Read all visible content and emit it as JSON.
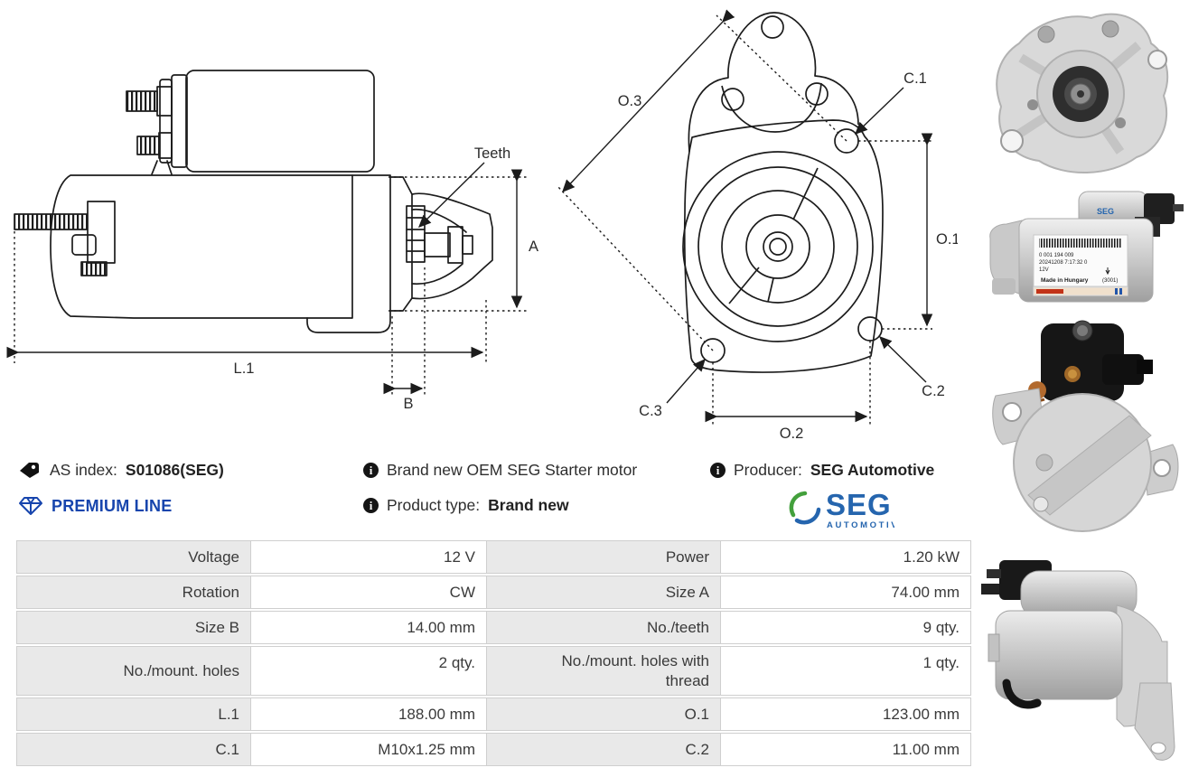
{
  "colors": {
    "premium_blue": "#1745ad",
    "seg_blue": "#2565ae",
    "seg_green": "#43a03c",
    "table_label_bg": "#e9e9e9",
    "table_border": "#cfcfcf",
    "line_art": "#1c1c1c"
  },
  "info": {
    "as_index": {
      "label": "AS index:",
      "value": "S01086(SEG)"
    },
    "premium_line": "PREMIUM LINE",
    "description": "Brand new OEM SEG Starter motor",
    "product_type": {
      "label": "Product type:",
      "value": "Brand new"
    },
    "producer": {
      "label": "Producer:",
      "value": "SEG Automotive"
    },
    "seg_logo": {
      "name": "SEG",
      "sub": "AUTOMOTIVE"
    }
  },
  "diagram_side": {
    "labels": {
      "teeth": "Teeth",
      "a": "A",
      "l1": "L.1",
      "b": "B"
    }
  },
  "diagram_front": {
    "labels": {
      "o3": "O.3",
      "o1": "O.1",
      "o2": "O.2",
      "c1": "C.1",
      "c2": "C.2",
      "c3": "C.3"
    }
  },
  "photos": {
    "plate": {
      "line1": "0 001 194 009",
      "line2": "20241208 7:17:32 0",
      "line3": "12V",
      "line4": "Made in Hungary",
      "line5": "(3001)",
      "brand": "SEG"
    }
  },
  "spec_table": {
    "rows": [
      {
        "l1": "Voltage",
        "v1": "12 V",
        "l2": "Power",
        "v2": "1.20 kW"
      },
      {
        "l1": "Rotation",
        "v1": "CW",
        "l2": "Size A",
        "v2": "74.00 mm"
      },
      {
        "l1": "Size B",
        "v1": "14.00 mm",
        "l2": "No./teeth",
        "v2": "9 qty."
      },
      {
        "l1": "No./mount. holes",
        "v1": "2 qty.",
        "l2": "No./mount. holes with thread",
        "v2": "1 qty."
      },
      {
        "l1": "L.1",
        "v1": "188.00 mm",
        "l2": "O.1",
        "v2": "123.00 mm"
      },
      {
        "l1": "C.1",
        "v1": "M10x1.25 mm",
        "l2": "C.2",
        "v2": "11.00 mm"
      }
    ]
  }
}
